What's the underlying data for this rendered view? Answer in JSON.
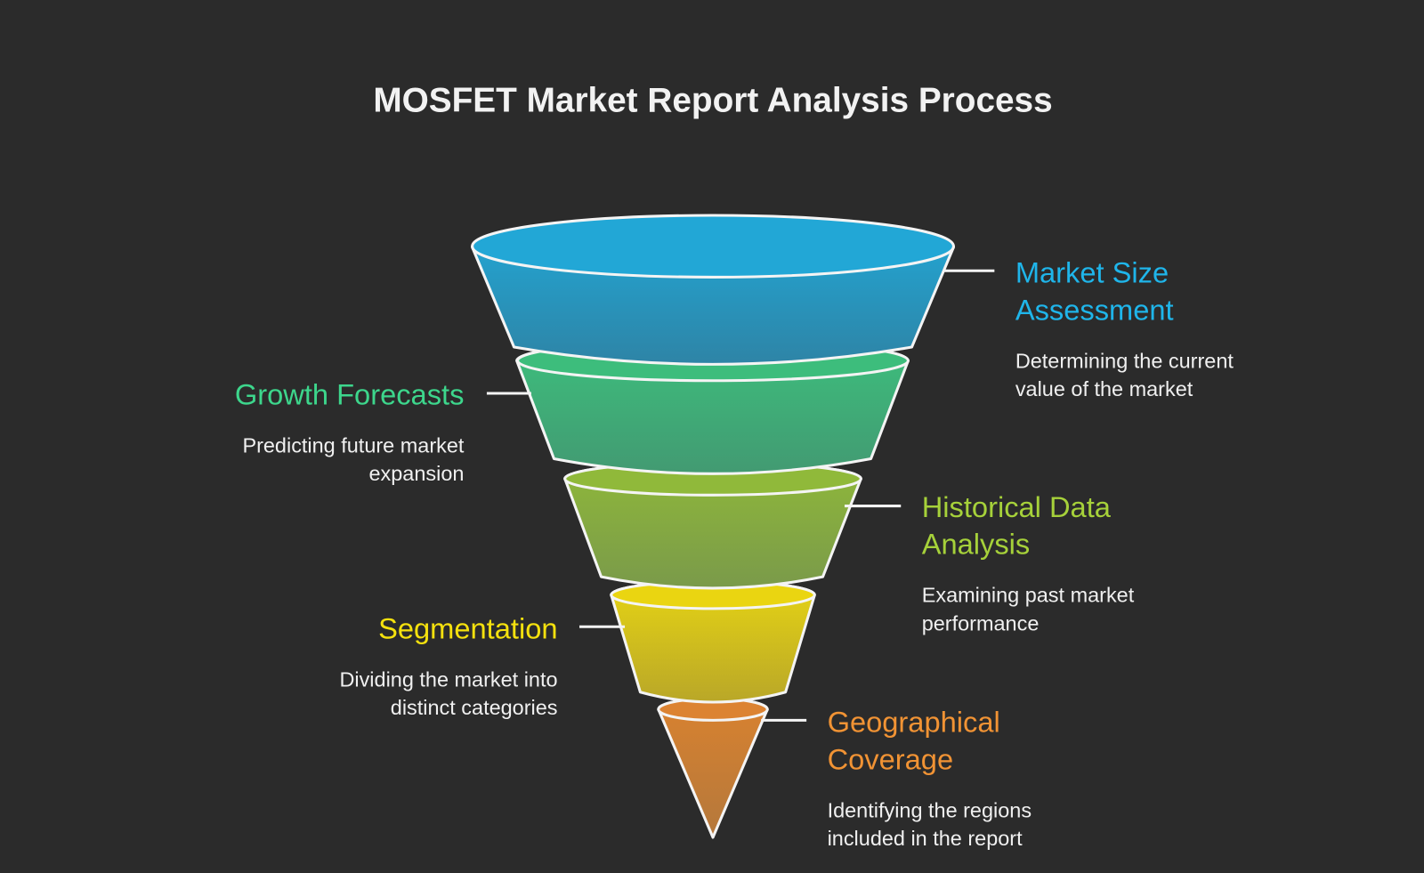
{
  "title": "MOSFET Market Report Analysis Process",
  "stages": [
    {
      "title_line1": "Market Size",
      "title_line2": "Assessment",
      "desc_line1": "Determining the current",
      "desc_line2": "value of the market",
      "color": "#1fb5ea"
    },
    {
      "title_line1": "Growth Forecasts",
      "desc_line1": "Predicting future market",
      "desc_line2": "expansion",
      "color": "#3dd68c"
    },
    {
      "title_line1": "Historical Data",
      "title_line2": "Analysis",
      "desc_line1": "Examining past market",
      "desc_line2": "performance",
      "color": "#a6d13a"
    },
    {
      "title_line1": "Segmentation",
      "desc_line1": "Dividing the market into",
      "desc_line2": "distinct categories",
      "color": "#f5e10e"
    },
    {
      "title_line1": "Geographical",
      "title_line2": "Coverage",
      "desc_line1": "Identifying the regions",
      "desc_line2": "included in the report",
      "color": "#f19334"
    }
  ]
}
